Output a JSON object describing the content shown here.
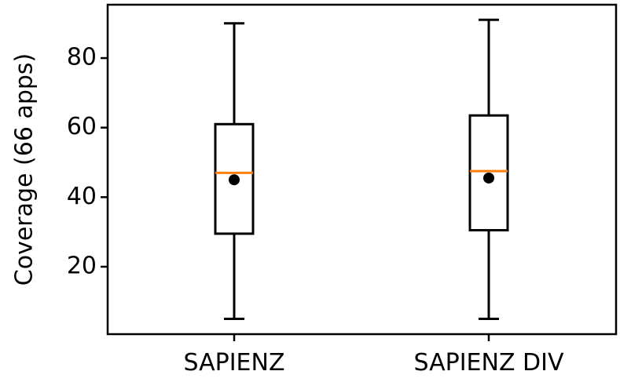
{
  "chart_data": {
    "type": "box",
    "title": "",
    "xlabel": "",
    "ylabel": "Coverage (66 apps)",
    "ylim": [
      0,
      95
    ],
    "yticks": [
      20,
      40,
      60,
      80
    ],
    "categories": [
      "SAPIENZ",
      "SAPIENZ DIV"
    ],
    "boxes": [
      {
        "category": "SAPIENZ",
        "whisker_low": 5,
        "q1": 29.5,
        "median": 47,
        "q3": 61,
        "whisker_high": 90,
        "mean": 45
      },
      {
        "category": "SAPIENZ DIV",
        "whisker_low": 5,
        "q1": 30.5,
        "median": 47.5,
        "q3": 63.5,
        "whisker_high": 91,
        "mean": 45.5
      }
    ],
    "colors": {
      "box": "#000000",
      "median": "#ff7f0e",
      "mean": "#000000"
    },
    "grid": false,
    "legend": "none"
  }
}
